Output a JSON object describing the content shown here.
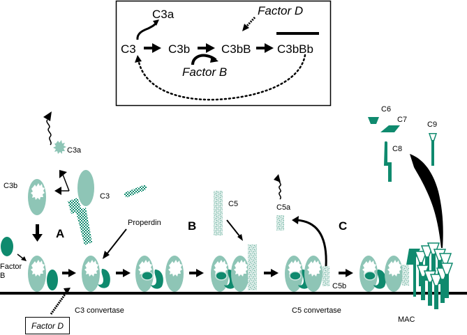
{
  "colors": {
    "light_teal": "#8ec5b6",
    "dark_teal": "#0f8a6e",
    "black": "#000000"
  },
  "scheme": {
    "nodes": [
      "C3",
      "C3b",
      "C3bB",
      "C3bBb"
    ],
    "c3a": "C3a",
    "factor_d": "Factor D",
    "factor_b": "Factor B"
  },
  "labels": {
    "c3a": "C3a",
    "c3b": "C3b",
    "c3": "C3",
    "factor_b": "Factor",
    "factor_b_2": "B",
    "step_a": "A",
    "step_b": "B",
    "step_c": "C",
    "properdin": "Properdin",
    "c5": "C5",
    "c5a": "C5a",
    "c5b": "C5b",
    "c6": "C6",
    "c7": "C7",
    "c8": "C8",
    "c9": "C9",
    "c3_convertase": "C3 convertase",
    "c5_convertase": "C5 convertase",
    "mac": "MAC",
    "factor_d_box": "Factor D"
  }
}
